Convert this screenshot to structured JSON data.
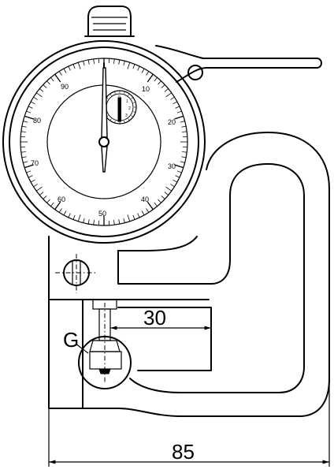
{
  "dial": {
    "labels": [
      "10",
      "20",
      "30",
      "40",
      "50",
      "60",
      "70",
      "80",
      "90"
    ]
  },
  "dimensions": {
    "gap_depth": "30",
    "overall_width": "85"
  },
  "callout": {
    "label": "G"
  },
  "colors": {
    "line": "#000000",
    "background": "#ffffff"
  }
}
